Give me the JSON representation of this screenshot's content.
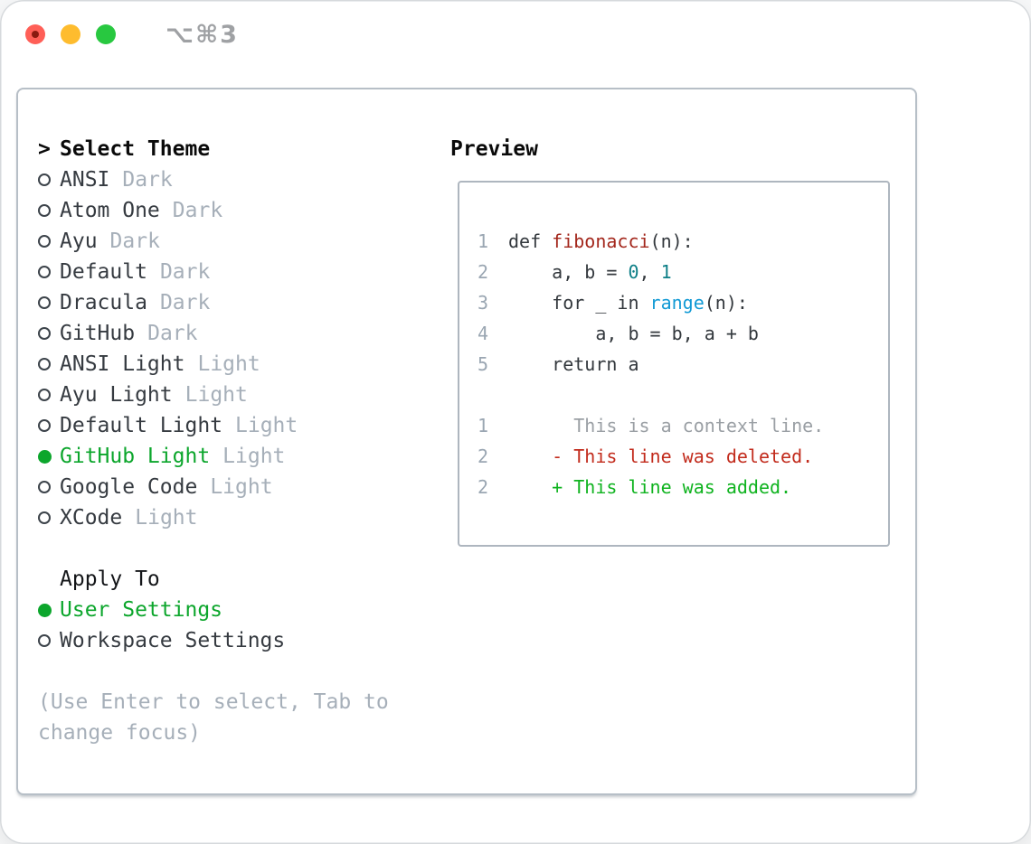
{
  "window": {
    "title_shortcut": "⌥⌘3"
  },
  "titlebar": {
    "buttons": [
      {
        "name": "close",
        "color": "#ff5f57"
      },
      {
        "name": "minimize",
        "color": "#febc2e"
      },
      {
        "name": "zoom",
        "color": "#28c840"
      }
    ]
  },
  "theme_picker": {
    "header_marker": ">",
    "header_label": "Select Theme",
    "items": [
      {
        "name": "ANSI",
        "variant": "Dark",
        "selected": false
      },
      {
        "name": "Atom One",
        "variant": "Dark",
        "selected": false
      },
      {
        "name": "Ayu",
        "variant": "Dark",
        "selected": false
      },
      {
        "name": "Default",
        "variant": "Dark",
        "selected": false
      },
      {
        "name": "Dracula",
        "variant": "Dark",
        "selected": false
      },
      {
        "name": "GitHub",
        "variant": "Dark",
        "selected": false
      },
      {
        "name": "ANSI Light",
        "variant": "Light",
        "selected": false
      },
      {
        "name": "Ayu Light",
        "variant": "Light",
        "selected": false
      },
      {
        "name": "Default Light",
        "variant": "Light",
        "selected": false
      },
      {
        "name": "GitHub Light",
        "variant": "Light",
        "selected": true
      },
      {
        "name": "Google Code",
        "variant": "Light",
        "selected": false
      },
      {
        "name": "XCode",
        "variant": "Light",
        "selected": false
      }
    ]
  },
  "apply_to": {
    "header": "Apply To",
    "options": [
      {
        "label": "User Settings",
        "selected": true
      },
      {
        "label": "Workspace Settings",
        "selected": false
      }
    ]
  },
  "help_lines": [
    "(Use Enter to select, Tab to",
    "change focus)"
  ],
  "preview": {
    "title": "Preview",
    "code_lines": [
      {
        "num": "1",
        "tokens": [
          {
            "text": "def ",
            "color": "plain"
          },
          {
            "text": "fibonacci",
            "color": "function"
          },
          {
            "text": "(n):",
            "color": "plain"
          }
        ]
      },
      {
        "num": "2",
        "tokens": [
          {
            "text": "    a, b = ",
            "color": "plain"
          },
          {
            "text": "0",
            "color": "number"
          },
          {
            "text": ", ",
            "color": "plain"
          },
          {
            "text": "1",
            "color": "number"
          }
        ]
      },
      {
        "num": "3",
        "tokens": [
          {
            "text": "    for _ in ",
            "color": "plain"
          },
          {
            "text": "range",
            "color": "builtin"
          },
          {
            "text": "(n):",
            "color": "plain"
          }
        ]
      },
      {
        "num": "4",
        "tokens": [
          {
            "text": "        a, b = b, a + b",
            "color": "plain"
          }
        ]
      },
      {
        "num": "5",
        "tokens": [
          {
            "text": "    return a",
            "color": "plain"
          }
        ]
      }
    ],
    "diff_lines": [
      {
        "num": "1",
        "kind": "context",
        "text": "      This is a context line."
      },
      {
        "num": "2",
        "kind": "deleted",
        "text": "    - This line was deleted."
      },
      {
        "num": "2",
        "kind": "added",
        "text": "    + This line was added."
      }
    ]
  },
  "colors": {
    "accent_green": "#0ca62c",
    "muted": "#a6afb9",
    "list_text": "#363b41",
    "plain": "#33383d",
    "function": "#a3271c",
    "number": "#0e7f87",
    "builtin": "#129ad5",
    "lineno": "#9aa6b2",
    "context": "#9a9fa4",
    "deleted": "#c22b1c",
    "added": "#0fb31f"
  }
}
